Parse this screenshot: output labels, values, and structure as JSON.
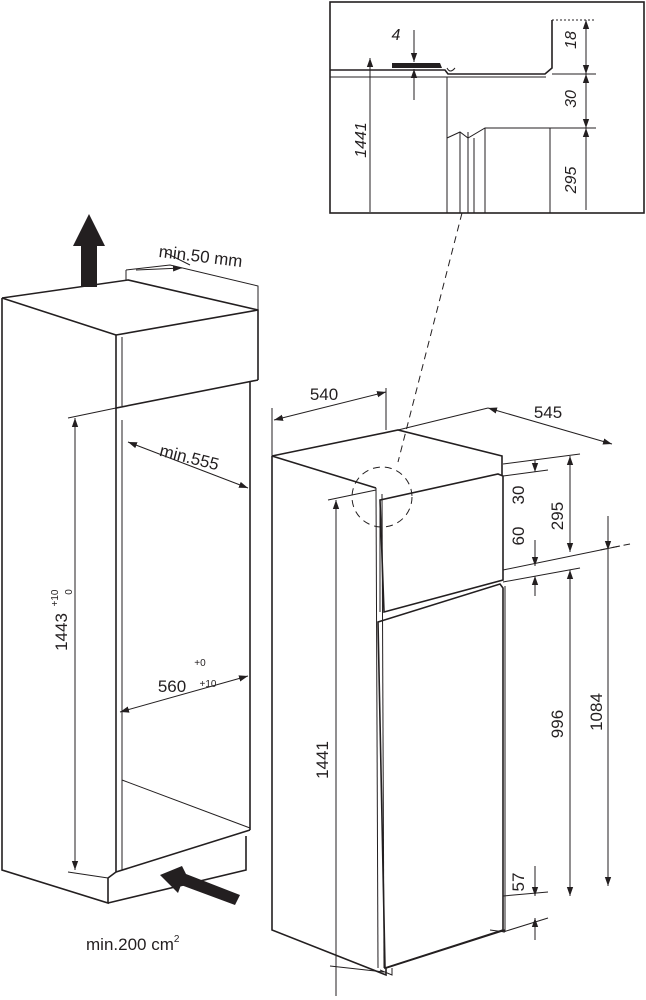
{
  "labels": {
    "clearance_top": "min.50 mm",
    "niche_width_min": "min.555",
    "niche_width": "560",
    "niche_width_tol_upper": "+0",
    "niche_width_tol_lower": "+10",
    "niche_height": "1443",
    "niche_height_tol_upper": "+10",
    "niche_height_tol_lower": "0",
    "vent_area": "min.200 cm",
    "vent_area_exp": "2",
    "appliance_width": "540",
    "appliance_depth": "545",
    "appliance_height": "1441",
    "top_gap": "30",
    "freezer_door": "295",
    "door_gap": "60",
    "fridge_door_total": "1084",
    "fridge_door": "996",
    "bottom_gap": "57"
  },
  "detail_labels": {
    "shim": "4",
    "flange": "18",
    "gap": "30",
    "door": "295",
    "height": "1441"
  }
}
